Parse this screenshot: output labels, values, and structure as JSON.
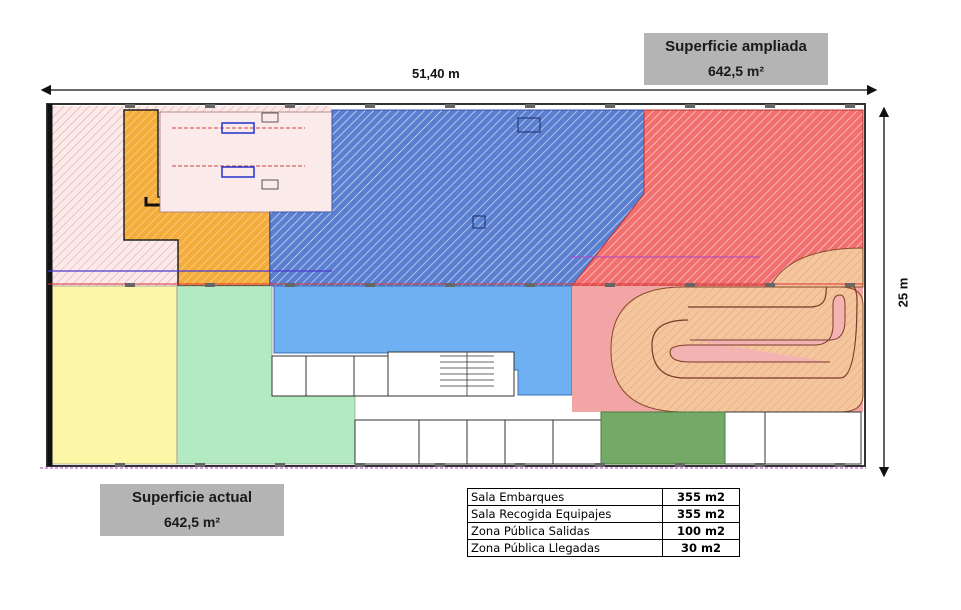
{
  "dimensions": {
    "width_label": "51,40 m",
    "height_label": "25 m"
  },
  "expanded_area": {
    "title": "Superficie ampliada",
    "value": "642,5 m²"
  },
  "current_area": {
    "title": "Superficie actual",
    "value": "642,5 m²"
  },
  "area_table": [
    {
      "zone": "Sala Embarques",
      "area": "355 m2"
    },
    {
      "zone": "Sala Recogida Equipajes",
      "area": "355 m2"
    },
    {
      "zone": "Zona Pública Salidas",
      "area": "100 m2"
    },
    {
      "zone": "Zona Pública Llegadas",
      "area": "30 m2"
    }
  ],
  "zone_colors": {
    "boarding": "#4f72c9",
    "baggage_claim": "#f06a6a",
    "orange_zone": "#f4ad3a",
    "blue_zone": "#6fb0f2",
    "pink_zone": "#f2a5a5",
    "yellow_zone": "#fbf7a7",
    "green_zone": "#b3eac2",
    "dark_green_zone": "#74a968",
    "carousel": "#f4c69e"
  }
}
